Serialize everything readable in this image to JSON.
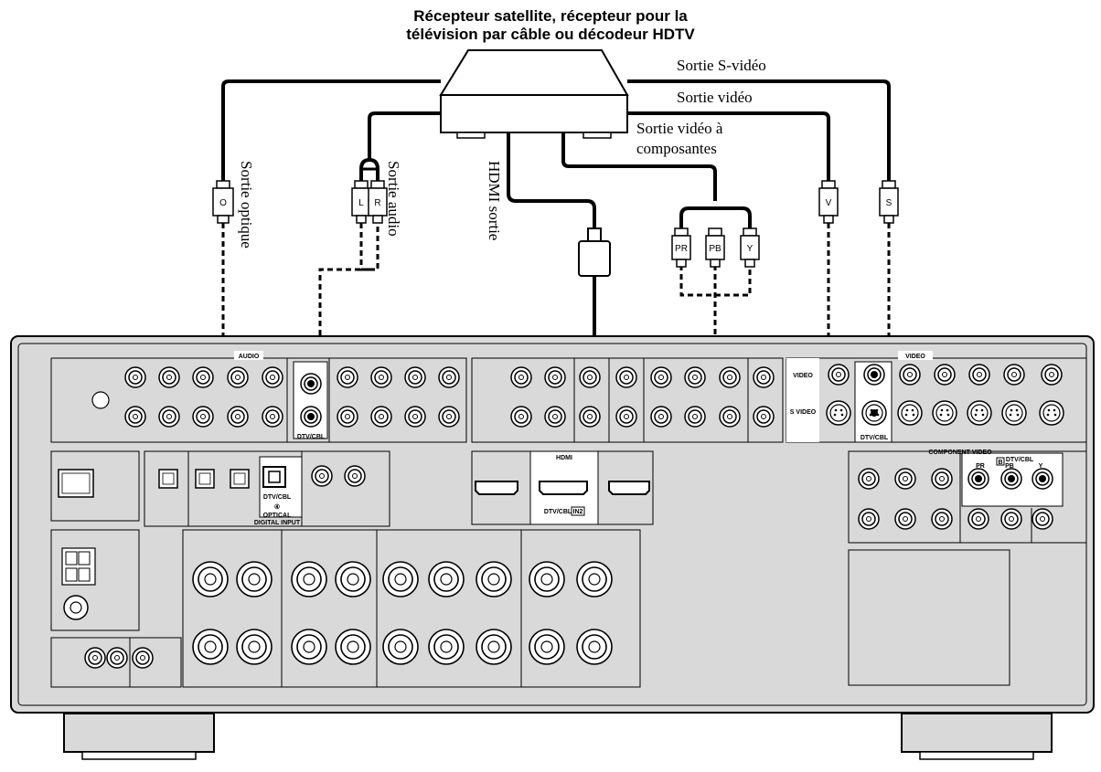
{
  "title_lines": [
    "Récepteur satellite, récepteur pour la",
    "télévision par câble ou décodeur HDTV"
  ],
  "cable_labels": {
    "svideo_out": "Sortie S-vidéo",
    "video_out": "Sortie vidéo",
    "component_out_line1": "Sortie vidéo à",
    "component_out_line2": "composantes",
    "optical_out": "Sortie optique",
    "audio_out": "Sortie audio",
    "hdmi_out": "HDMI sortie"
  },
  "plug_letters": {
    "optical": "O",
    "left": "L",
    "right": "R",
    "pr": "PR",
    "pb": "PB",
    "y": "Y",
    "video": "V",
    "svideo": "S"
  },
  "panel_labels": {
    "audio": "AUDIO",
    "dtv_cbl": "DTV/CBL",
    "hdmi": "HDMI",
    "hdmi_in": "IN2",
    "video": "VIDEO",
    "video_row": "VIDEO",
    "svideo_row": "S VIDEO",
    "component_video": "COMPONENT VIDEO",
    "component_marker": "B",
    "pr": "PR",
    "pb": "PB",
    "y": "Y",
    "optical_number": "④",
    "optical": "OPTICAL",
    "digital_input": "DIGITAL INPUT"
  },
  "colors": {
    "panel": "#d9d9d9",
    "outline": "#000000",
    "background": "#ffffff"
  }
}
